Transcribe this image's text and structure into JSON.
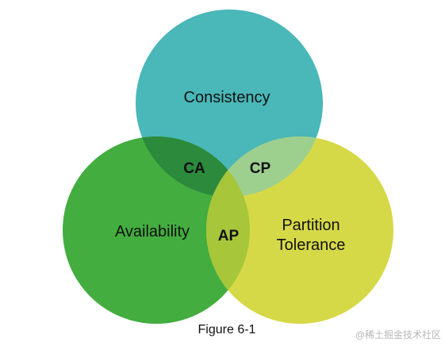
{
  "diagram": {
    "circles": {
      "consistency": {
        "label": "Consistency",
        "color": "#4ab7b8"
      },
      "availability": {
        "label": "Availability",
        "color": "#43ad3f"
      },
      "partition_tolerance": {
        "lines": [
          "Partition",
          "Tolerance"
        ],
        "color": "#d6d947"
      }
    },
    "overlaps": {
      "ca": {
        "label": "CA",
        "color": "#2b8a3b"
      },
      "cp": {
        "label": "CP",
        "color": "#9dcf8f"
      },
      "ap": {
        "label": "AP",
        "color": "#a7c63a"
      }
    },
    "caption": "Figure 6-1",
    "watermark": "@稀土掘金技术社区"
  }
}
